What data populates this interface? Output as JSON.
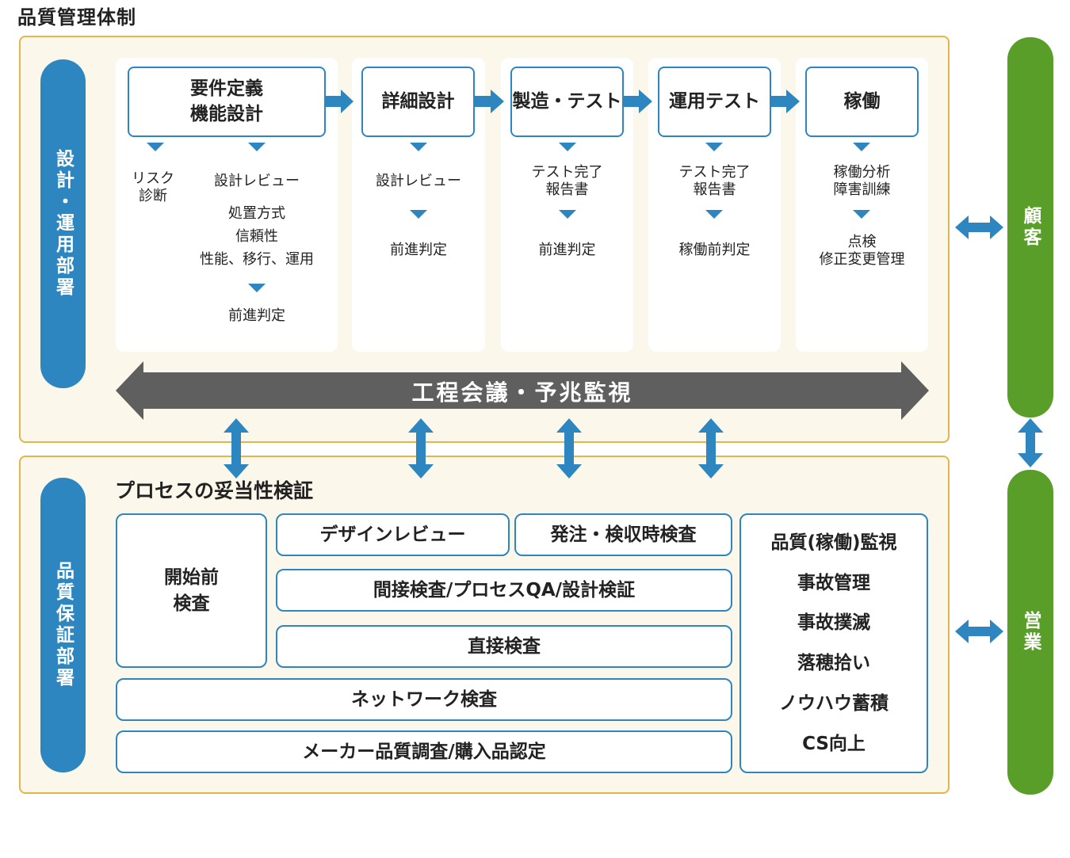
{
  "title": "品質管理体制",
  "top_dept": "設計・運用部署",
  "bottom_dept": "品質保証部署",
  "customer": "顧客",
  "sales": "営業",
  "stages": [
    {
      "label": "要件定義\n機能設計"
    },
    {
      "label": "詳細設計"
    },
    {
      "label": "製造・テスト"
    },
    {
      "label": "運用テスト"
    },
    {
      "label": "稼働"
    }
  ],
  "notes": {
    "risk": "リスク\n診断",
    "design_review_1": "設計レビュー",
    "measures": "処置方式\n信頼性\n性能、移行、運用",
    "judge_1": "前進判定",
    "design_review_2": "設計レビュー",
    "judge_2": "前進判定",
    "test_report_1": "テスト完了\n報告書",
    "judge_3": "前進判定",
    "test_report_2": "テスト完了\n報告書",
    "judge_4": "稼働前判定",
    "operation_analysis": "稼働分析\n障害訓練",
    "inspection": "点検\n修正変更管理"
  },
  "meeting_bar": "工程会議・予兆監視",
  "qa": {
    "heading": "プロセスの妥当性検証",
    "pre_inspection": "開始前\n検査",
    "design_review": "デザインレビュー",
    "order_inspection": "発注・検収時検査",
    "indirect": "間接検査/プロセスQA/設計検証",
    "direct": "直接検査",
    "network": "ネットワーク検査",
    "maker": "メーカー品質調査/購入品認定",
    "list": [
      "品質(稼働)監視",
      "事故管理",
      "事故撲滅",
      "落穂拾い",
      "ノウハウ蓄積",
      "CS向上"
    ]
  },
  "colors": {
    "blue": "#2e86c1",
    "green": "#5a9e2a",
    "frame_border": "#e3b54a",
    "frame_fill": "#fbf7ea",
    "meeting_bar": "#5f5f5f"
  }
}
